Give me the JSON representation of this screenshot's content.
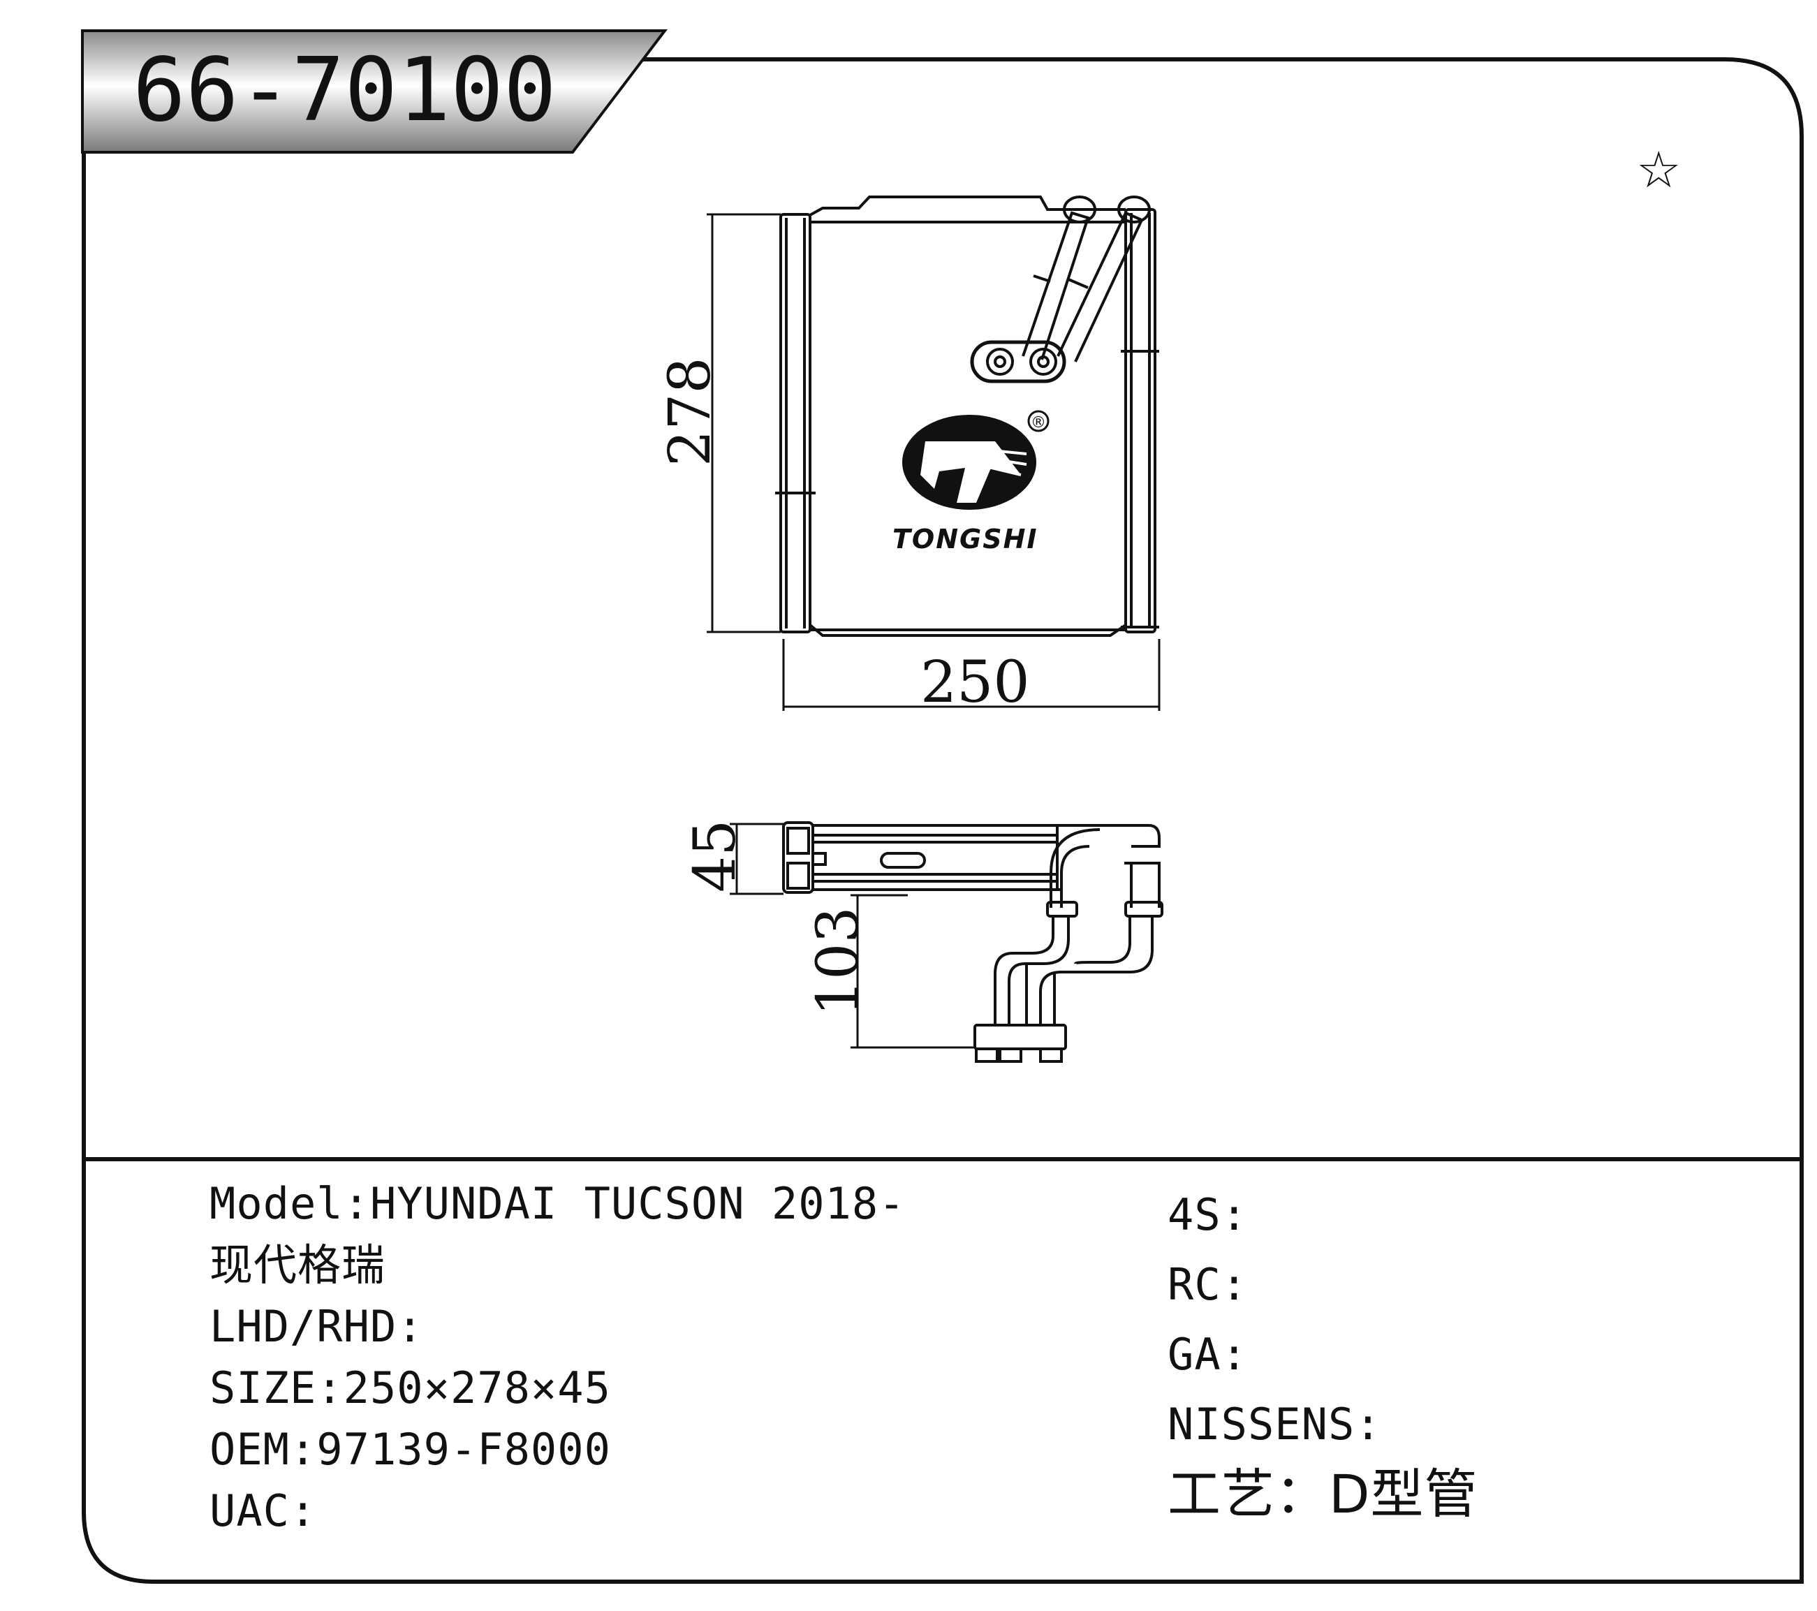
{
  "header": {
    "part_number": "66-70100"
  },
  "marker": "☆",
  "brand": {
    "name": "TONGSHI",
    "registered": "®"
  },
  "dimensions": {
    "height": "278",
    "width": "250",
    "depth": "45",
    "pipe_length": "103"
  },
  "specs_left": [
    "Model:HYUNDAI TUCSON 2018-",
    "现代格瑞",
    "LHD/RHD:",
    "SIZE:250×278×45",
    "OEM:97139-F8000",
    "UAC:"
  ],
  "specs_right": [
    "4S:",
    "RC:",
    "GA:",
    "NISSENS:",
    "工艺：D型管"
  ]
}
